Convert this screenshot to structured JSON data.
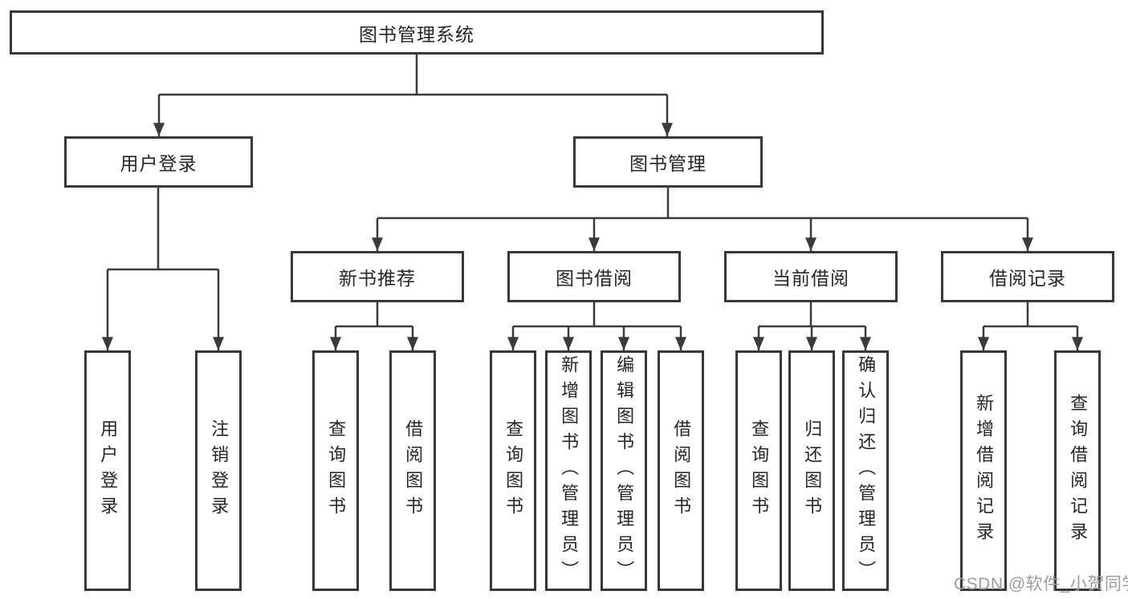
{
  "diagram": {
    "root": {
      "label": "图书管理系统"
    },
    "branches": [
      {
        "label": "用户登录",
        "children": [
          {
            "label": "用户登录"
          },
          {
            "label": "注销登录"
          }
        ]
      },
      {
        "label": "图书管理",
        "children": [
          {
            "label": "新书推荐",
            "children": [
              {
                "label": "查询图书"
              },
              {
                "label": "借阅图书"
              }
            ]
          },
          {
            "label": "图书借阅",
            "children": [
              {
                "label": "查询图书"
              },
              {
                "label": "新增图书（管理员）"
              },
              {
                "label": "编辑图书（管理员）"
              },
              {
                "label": "借阅图书"
              }
            ]
          },
          {
            "label": "当前借阅",
            "children": [
              {
                "label": "查询图书"
              },
              {
                "label": "归还图书"
              },
              {
                "label": "确认归还（管理员）"
              }
            ]
          },
          {
            "label": "借阅记录",
            "children": [
              {
                "label": "新增借阅记录"
              },
              {
                "label": "查询借阅记录"
              }
            ]
          }
        ]
      }
    ]
  },
  "watermark": {
    "text": "CSDN @软件_小贺同学"
  },
  "colors": {
    "line": "#3b3b3b",
    "box_border": "#383838",
    "text": "#262626",
    "background": "#ffffff",
    "watermark": "#9c9c9c"
  }
}
